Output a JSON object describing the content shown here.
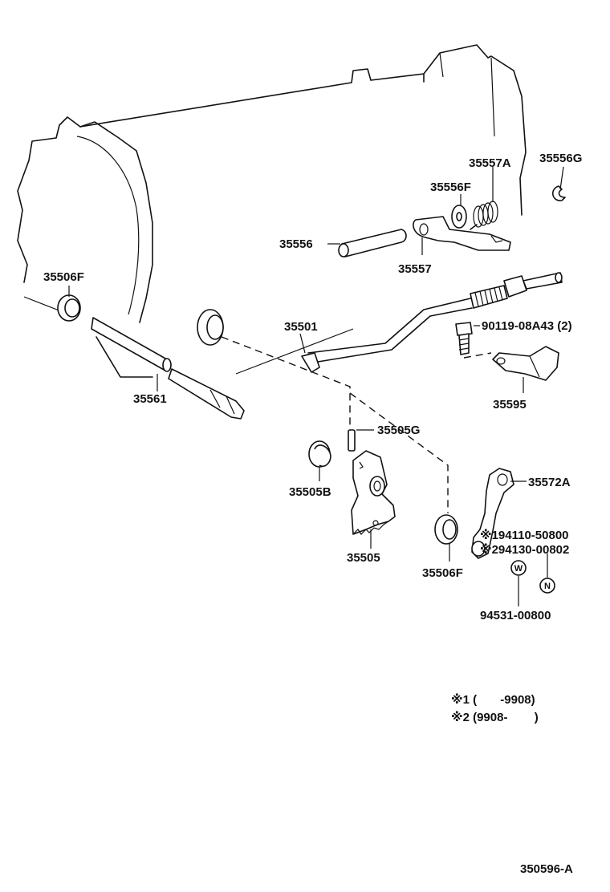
{
  "diagram": {
    "labels": {
      "p35557A": "35557A",
      "p35556G": "35556G",
      "p35556F": "35556F",
      "p35556": "35556",
      "p35557": "35557",
      "p35506F_top": "35506F",
      "p35501": "35501",
      "p90119": "90119-08A43 (2)",
      "p35561": "35561",
      "p35595": "35595",
      "p35505G": "35505G",
      "p35572A": "35572A",
      "p35505B": "35505B",
      "p194110": "※194110-50800",
      "p294130": "※294130-00802",
      "p35505": "35505",
      "p35506F_bottom": "35506F",
      "p94531": "94531-00800"
    },
    "symbols": {
      "w": "W",
      "n": "N"
    },
    "notes": {
      "note1": "※1 (       -9908)",
      "note2": "※2 (9908-        )"
    },
    "code": "350596-A"
  }
}
